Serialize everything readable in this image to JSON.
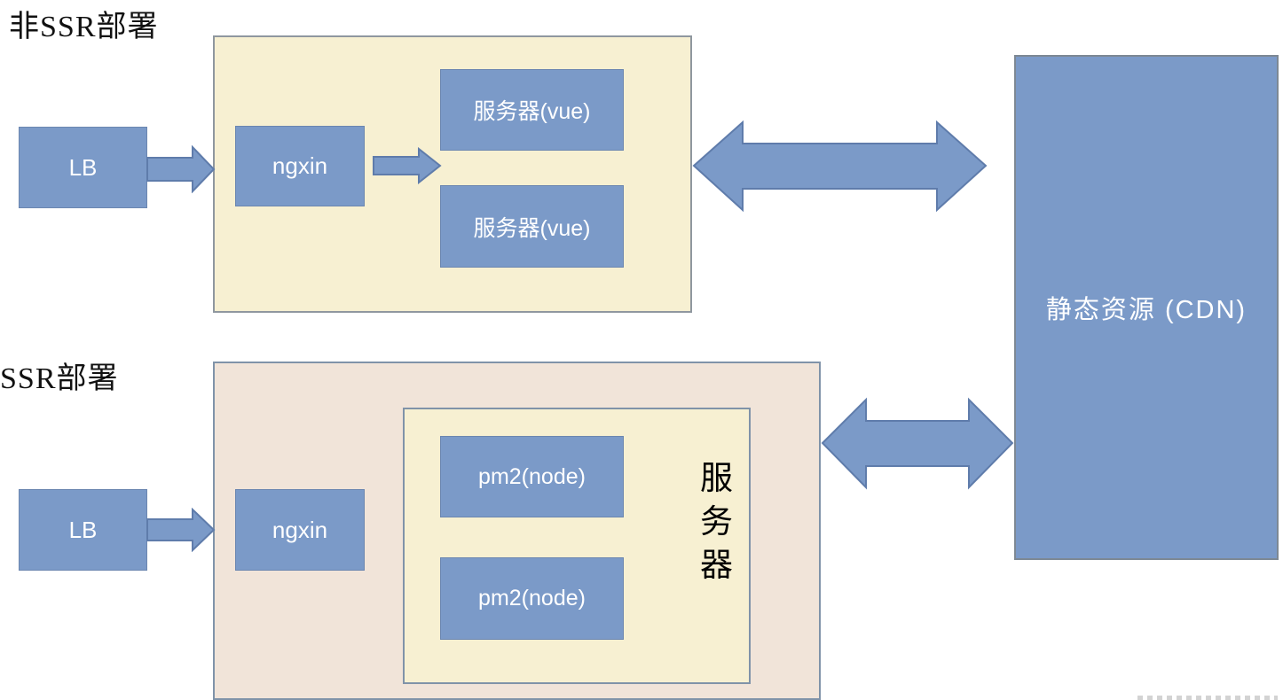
{
  "colors": {
    "node_blue": "#7b9ac8",
    "node_border": "#6b86b0",
    "arrow_outline": "#5f7cab",
    "cream": "#f7f0d2",
    "cream_border": "#8f979f",
    "pink": "#f1e4d9",
    "pink_border": "#8093a9",
    "cdn_border": "#7d8894",
    "title_color": "#111111"
  },
  "sections": {
    "non_ssr": {
      "title": "非SSR部署",
      "lb_label": "LB",
      "nginx_label": "ngxin",
      "servers": [
        "服务器(vue)",
        "服务器(vue)"
      ]
    },
    "ssr": {
      "title": "SSR部署",
      "lb_label": "LB",
      "nginx_label": "ngxin",
      "servers": [
        "pm2(node)",
        "pm2(node)"
      ],
      "server_group_label": "服务器"
    }
  },
  "cdn": {
    "label": "静态资源 (CDN)"
  }
}
